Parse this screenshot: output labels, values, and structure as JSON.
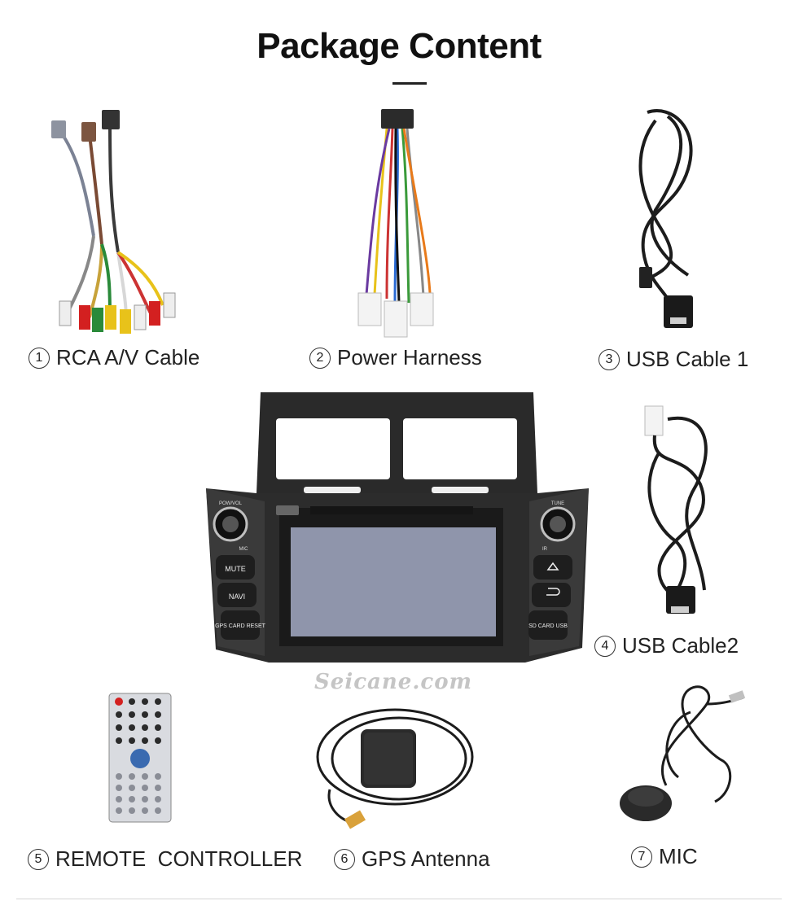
{
  "header": {
    "title": "Package Content"
  },
  "watermark": "Seicane.com",
  "items": [
    {
      "num": "1",
      "label": "RCA A/V Cable",
      "icon": "rca-cable-icon"
    },
    {
      "num": "2",
      "label": "Power Harness",
      "icon": "power-harness-icon"
    },
    {
      "num": "3",
      "label": "USB Cable 1",
      "icon": "usb-cable-icon"
    },
    {
      "num": "4",
      "label": "USB Cable2",
      "icon": "usb-cable-icon"
    },
    {
      "num": "5",
      "label": "REMOTE  CONTROLLER",
      "icon": "remote-control-icon"
    },
    {
      "num": "6",
      "label": "GPS Antenna",
      "icon": "gps-antenna-icon"
    },
    {
      "num": "7",
      "label": "MIC",
      "icon": "microphone-icon"
    }
  ],
  "head_unit": {
    "buttons": [
      "MUTE",
      "NAVI",
      "GPS CARD RESET",
      "SD CARD USB"
    ],
    "knob_left": "POW/VOL",
    "knob_right": "TUNE",
    "mic_label": "MIC",
    "ir_label": "IR"
  },
  "colors": {
    "black_plastic": "#2a2a2a",
    "screen": "#8f95ab",
    "accent_red": "#d32020",
    "accent_yellow": "#e8c21a"
  }
}
